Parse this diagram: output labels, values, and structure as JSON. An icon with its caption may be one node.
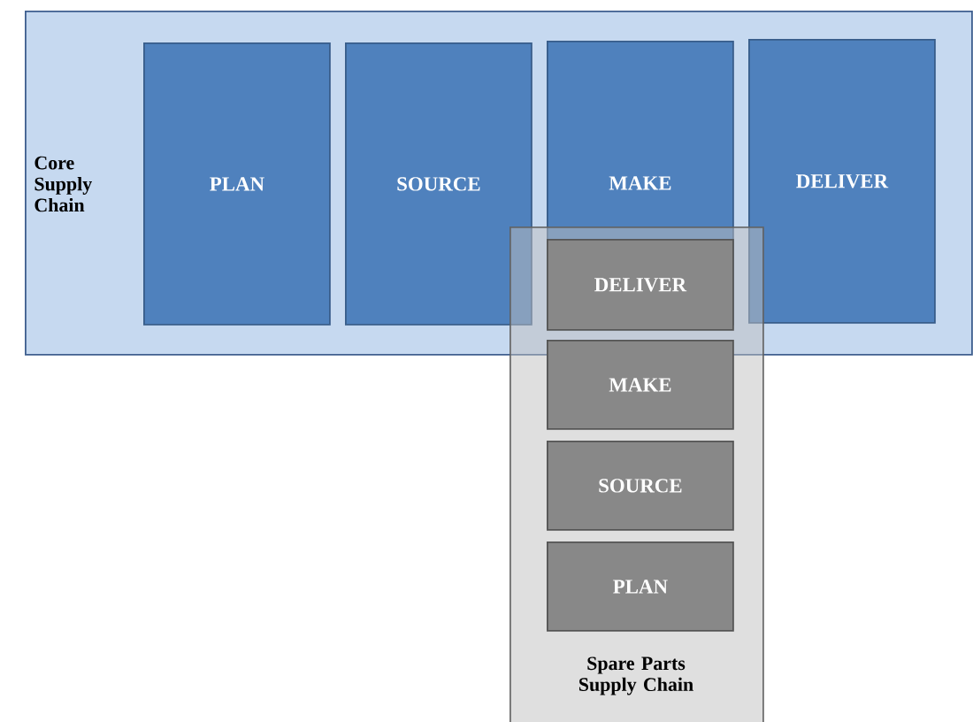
{
  "diagram": {
    "nodes": [
      {
        "text": [
          "Core Supply Chain"
        ]
      },
      {
        "text": [
          "PLAN"
        ],
        "in": 0
      },
      {
        "text": [
          "SOURCE"
        ],
        "in": 0
      },
      {
        "text": [
          "MAKE"
        ],
        "in": 0
      },
      {
        "text": [
          "DELIVER"
        ],
        "in": 0
      },
      {
        "text": [
          "Spare Parts Supply Chain"
        ]
      },
      {
        "text": [
          "DELIVER"
        ]
      },
      {
        "text": [
          "MAKE"
        ],
        "in": 5
      },
      {
        "text": [
          "SOURCE"
        ],
        "in": 5
      },
      {
        "text": [
          "PLAN"
        ],
        "in": 5
      }
    ]
  }
}
